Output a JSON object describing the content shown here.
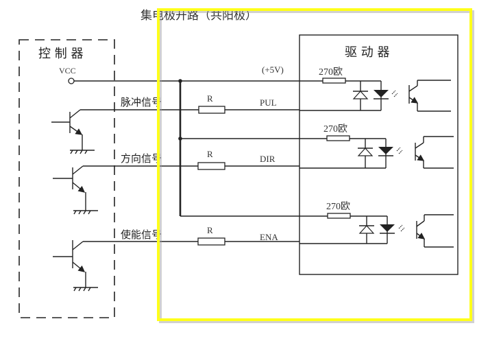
{
  "title": "集电极开路（共阳极）",
  "controller": {
    "label": "控 制 器",
    "vcc_label": "VCC",
    "signals": [
      {
        "name": "脉冲信号"
      },
      {
        "name": "方向信号"
      },
      {
        "name": "使能信号"
      }
    ]
  },
  "wiring": {
    "supply_label": "(+5V)",
    "resistor_label": "R",
    "lines": [
      {
        "label": "PUL"
      },
      {
        "label": "DIR"
      },
      {
        "label": "ENA"
      }
    ]
  },
  "driver": {
    "label": "驱 动 器",
    "channels": [
      {
        "resistor_label": "270欧"
      },
      {
        "resistor_label": "270欧"
      },
      {
        "resistor_label": "270欧"
      }
    ]
  },
  "highlight": {
    "color": "#ffff1a"
  }
}
